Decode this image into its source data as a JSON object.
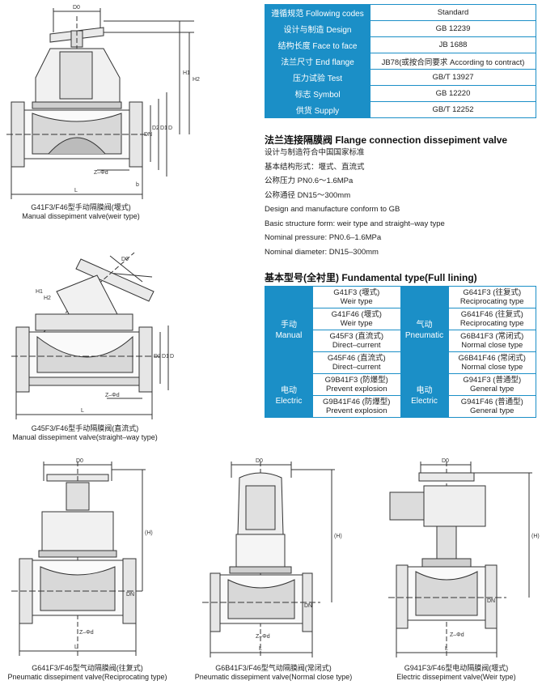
{
  "specs": [
    {
      "key": "遵循规范 Following codes",
      "value": "Standard"
    },
    {
      "key": "设计与制造 Design",
      "value": "GB 12239"
    },
    {
      "key": "结构长度 Face to face",
      "value": "JB 1688"
    },
    {
      "key": "法兰尺寸 End flange",
      "value": "JB78(或按合同要求 According to contract)"
    },
    {
      "key": "压力试验 Test",
      "value": "GB/T 13927"
    },
    {
      "key": "标志 Symbol",
      "value": "GB 12220"
    },
    {
      "key": "供货 Supply",
      "value": "GB/T 12252"
    }
  ],
  "flange": {
    "heading": "法兰连接隔膜阀 Flange connection dissepiment valve",
    "lines": [
      "设计与制造符合中国国家标准",
      "基本结构形式：堰式、直流式",
      "公称压力 PN0.6～1.6MPa",
      "公称通径 DN15～300mm",
      "Design and manufacture conform to GB",
      "Basic structure form: weir type and straight–way type",
      "Nominal pressure: PN0.6–1.6MPa",
      "Nominal diameter: DN15–300mm"
    ]
  },
  "types": {
    "heading": "基本型号(全衬里) Fundamental type(Full lining)",
    "manual_label": [
      "手动",
      "Manual"
    ],
    "pneumatic_label": [
      "气动",
      "Pneumatic"
    ],
    "electric_label": [
      "电动",
      "Electric"
    ],
    "manual_types": [
      [
        "G41F3 (堰式)",
        "Weir type"
      ],
      [
        "G41F46 (堰式)",
        "Weir type"
      ],
      [
        "G45F3 (直流式)",
        "Direct–current"
      ],
      [
        "G45F46 (直流式)",
        "Direct–current"
      ]
    ],
    "pneumatic_types": [
      [
        "G641F3 (往复式)",
        "Reciprocating type"
      ],
      [
        "G641F46 (往复式)",
        "Reciprocating type"
      ],
      [
        "G6B41F3 (常闭式)",
        "Normal close type"
      ],
      [
        "G6B41F46 (常闭式)",
        "Normal close type"
      ]
    ],
    "electric_left": [
      [
        "G9B41F3 (防爆型)",
        "Prevent explosion"
      ],
      [
        "G9B41F46 (防爆型)",
        "Prevent explosion"
      ]
    ],
    "electric_right": [
      [
        "G941F3 (普通型)",
        "General type"
      ],
      [
        "G941F46 (普通型)",
        "General type"
      ]
    ]
  },
  "captions": {
    "g41_cn": "G41F3/F46型手动隔膜阀(堰式)",
    "g41_en": "Manual dissepiment valve(weir type)",
    "g45_cn": "G45F3/F46型手动隔膜阀(直流式)",
    "g45_en": "Manual dissepiment valve(straight–way type)",
    "g641_cn": "G641F3/F46型气动隔膜阀(往复式)",
    "g641_en": "Pneumatic dissepiment valve(Reciprocating type)",
    "g6b41_cn": "G6B41F3/F46型气动隔膜阀(常闭式)",
    "g6b41_en": "Pneumatic dissepiment valve(Normal close type)",
    "g941_cn": "G941F3/F46型电动隔膜阀(堰式)",
    "g941_en": "Electric dissepiment valve(Weir type)"
  },
  "dims": {
    "D0": "D0",
    "H1": "H1",
    "H2": "H2",
    "H": "(H)",
    "L": "L",
    "DN": "DN",
    "D2": "D2",
    "D1": "D1",
    "D": "D",
    "b": "b",
    "f": "f",
    "Zd": "Z–Φd"
  },
  "colors": {
    "accent": "#1b8fc7"
  }
}
